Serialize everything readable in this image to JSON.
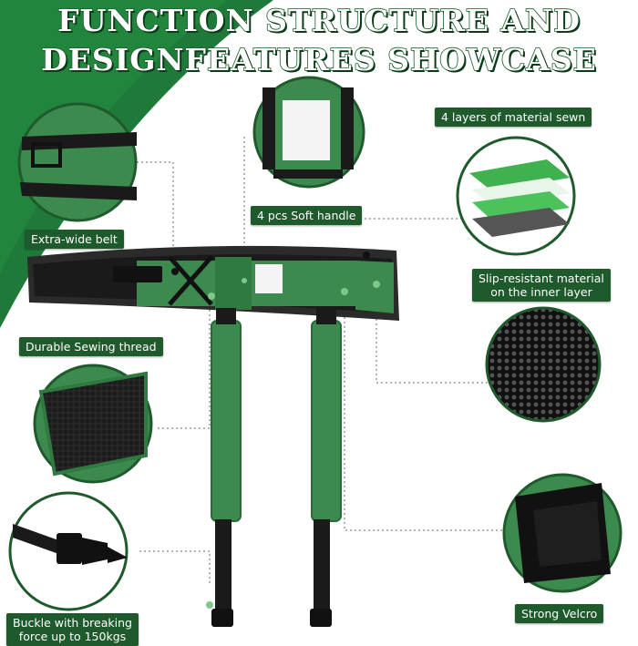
{
  "title": {
    "line1": "FUNCTION STRUCTURE AND",
    "line2": "DESIGNFEATURES SHOWCASE"
  },
  "labels": {
    "extra_wide_belt": "Extra-wide belt",
    "soft_handle": "4 pcs Soft handle",
    "four_layers": "4 layers of material sewn",
    "slip_resistant_line1": "Slip-resistant material",
    "slip_resistant_line2": "on the inner layer",
    "durable_thread": "Durable Sewing thread",
    "buckle_line1": "Buckle with breaking",
    "buckle_line2": "force up to 150kgs",
    "strong_velcro": "Strong Velcro"
  },
  "colors": {
    "brand_green": "#1f7a3a",
    "dark_green": "#1f5a2c",
    "label_bg": "#1f5a2c",
    "belt_green": "#3d8a4e",
    "belt_black": "#1a1a1a"
  }
}
